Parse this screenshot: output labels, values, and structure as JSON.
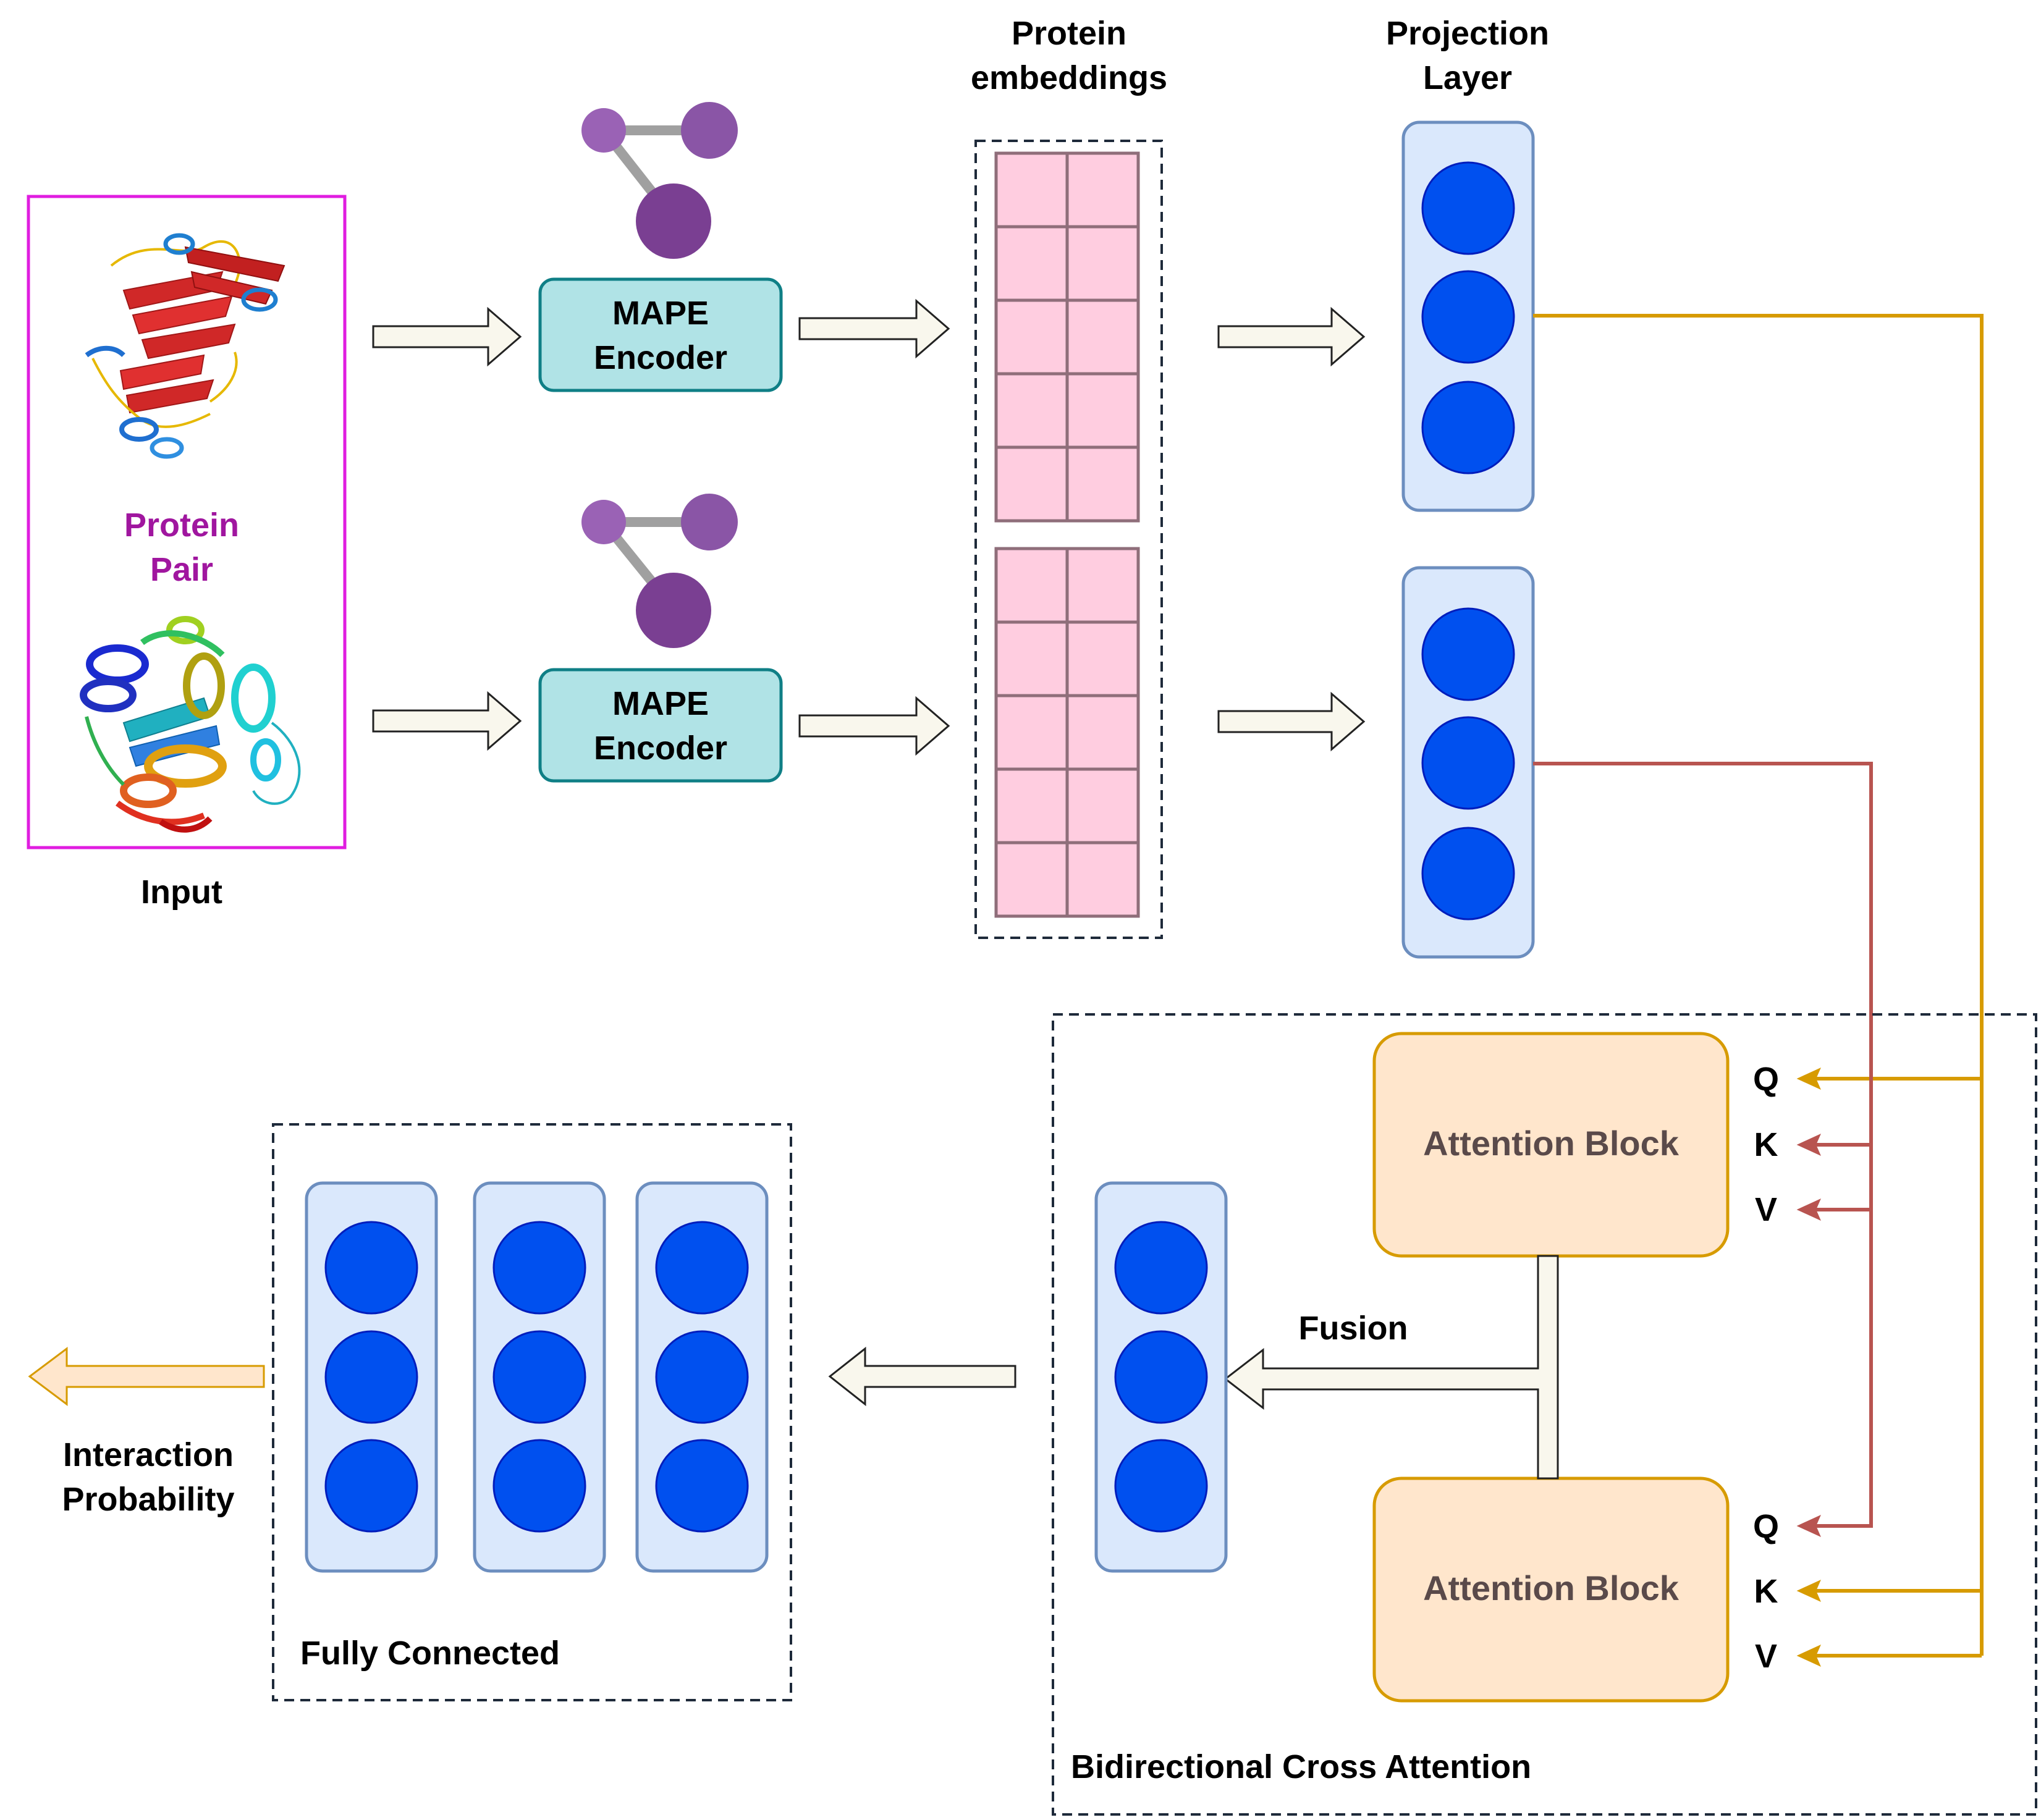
{
  "input": {
    "caption": "Input",
    "pair_label_line1": "Protein",
    "pair_label_line2": "Pair"
  },
  "encoders": [
    {
      "line1": "MAPE",
      "line2": "Encoder"
    },
    {
      "line1": "MAPE",
      "line2": "Encoder"
    }
  ],
  "embeddings": {
    "title_line1": "Protein",
    "title_line2": "embeddings"
  },
  "projection": {
    "title_line1": "Projection",
    "title_line2": "Layer"
  },
  "cross_attention": {
    "label": "Bidirectional Cross Attention",
    "blocks": [
      {
        "label": "Attention Block",
        "inputs": [
          "Q",
          "K",
          "V"
        ]
      },
      {
        "label": "Attention Block",
        "inputs": [
          "Q",
          "K",
          "V"
        ]
      }
    ],
    "fusion_label": "Fusion"
  },
  "fully_connected": {
    "label": "Fully Connected"
  },
  "output": {
    "line1": "Interaction",
    "line2": "Probability"
  },
  "colors": {
    "input_border": "#e01de0",
    "pair_label": "#a0169f",
    "encoder_fill": "#b0e3e6",
    "encoder_border": "#0f7f86",
    "node_purple": "#8a55a6",
    "node_purple_dark": "#7a3f92",
    "embedding_fill": "#ffcde0",
    "embedding_border": "#8f6e7a",
    "layer_fill": "#dae8fc",
    "layer_border": "#6c8ebf",
    "neuron_fill": "#0050ef",
    "neuron_border": "#001dbc",
    "attention_fill": "#ffe6cc",
    "attention_border": "#d79b00",
    "attention_text": "#5a4a4a",
    "gold_line": "#d79b00",
    "red_line": "#b85450",
    "arrow_fill": "#f9f7ed",
    "output_arrow_fill": "#ffe6cc"
  }
}
